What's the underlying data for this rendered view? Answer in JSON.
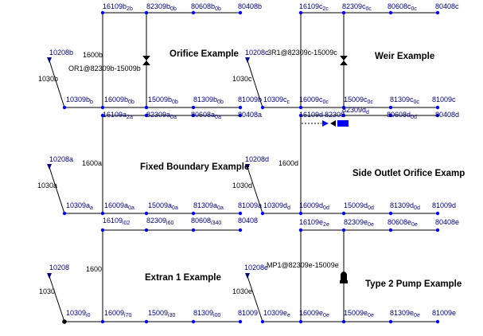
{
  "colors": {
    "node": "#0000ff",
    "label": "#000080",
    "link": "#000000",
    "selected": "#0000ff",
    "outfall": "#000000"
  },
  "icons": {
    "outfall": "triangle-flag-icon",
    "gate": "hourglass-valve-icon",
    "pump": "pump-icon"
  },
  "titles": [
    {
      "id": "orifice",
      "text": "Orifice Example"
    },
    {
      "id": "weir",
      "text": "Weir Example"
    },
    {
      "id": "fixed",
      "text": "Fixed Boundary Example"
    },
    {
      "id": "side",
      "text": "Side Outlet Orifice Examp"
    },
    {
      "id": "extran",
      "text": "Extran 1 Example"
    },
    {
      "id": "pump2",
      "text": "Type 2 Pump Example"
    }
  ],
  "nodes": [
    {
      "id": "n16109b",
      "text": "16109b",
      "sub": "2b"
    },
    {
      "id": "n82309b",
      "text": "82309b",
      "sub": "0b"
    },
    {
      "id": "n80608b",
      "text": "80608b",
      "sub": "0b"
    },
    {
      "id": "n80408b",
      "text": "80408b",
      "sub": ""
    },
    {
      "id": "n10208b",
      "text": "10208b",
      "sub": ""
    },
    {
      "id": "n10309b",
      "text": "10309b",
      "sub": "b"
    },
    {
      "id": "n16009b",
      "text": "16009b",
      "sub": "0b"
    },
    {
      "id": "n15009b",
      "text": "15009b",
      "sub": "0b"
    },
    {
      "id": "n81309b",
      "text": "81309b",
      "sub": "0b"
    },
    {
      "id": "n81009b",
      "text": "81009b",
      "sub": ""
    },
    {
      "id": "n16109c",
      "text": "16109c",
      "sub": "2c"
    },
    {
      "id": "n82309c",
      "text": "82309c",
      "sub": "0c"
    },
    {
      "id": "n80608c",
      "text": "80608c",
      "sub": "0c"
    },
    {
      "id": "n80408c",
      "text": "80408c",
      "sub": ""
    },
    {
      "id": "n10208c",
      "text": "10208c",
      "sub": ""
    },
    {
      "id": "n10309c",
      "text": "10309c",
      "sub": "c"
    },
    {
      "id": "n16009c",
      "text": "16009c",
      "sub": "0c"
    },
    {
      "id": "n15009c",
      "text": "15009c",
      "sub": "0c"
    },
    {
      "id": "n81309c",
      "text": "81309c",
      "sub": "0c"
    },
    {
      "id": "n81009c",
      "text": "81009c",
      "sub": ""
    },
    {
      "id": "n16109a",
      "text": "16109a",
      "sub": "2a"
    },
    {
      "id": "n82309a",
      "text": "82309a",
      "sub": "0a"
    },
    {
      "id": "n80608a",
      "text": "80608a",
      "sub": "0a"
    },
    {
      "id": "n80408a",
      "text": "80408a",
      "sub": ""
    },
    {
      "id": "n10208a",
      "text": "10208a",
      "sub": ""
    },
    {
      "id": "n10309a",
      "text": "10309a",
      "sub": "a"
    },
    {
      "id": "n16009a",
      "text": "16009a",
      "sub": "0a"
    },
    {
      "id": "n15009a",
      "text": "15009a",
      "sub": "0a"
    },
    {
      "id": "n81309a",
      "text": "81309a",
      "sub": "0a"
    },
    {
      "id": "n81009a",
      "text": "81009a",
      "sub": ""
    },
    {
      "id": "n16109d",
      "text": "16109d",
      "sub": ""
    },
    {
      "id": "n82308",
      "text": "82308",
      "sub": ""
    },
    {
      "id": "n82309d",
      "text": "82309d",
      "sub": "d"
    },
    {
      "id": "n80608d",
      "text": "80608d",
      "sub": "0d"
    },
    {
      "id": "n80408d",
      "text": "80408d",
      "sub": ""
    },
    {
      "id": "n10208d",
      "text": "10208d",
      "sub": ""
    },
    {
      "id": "n10309d",
      "text": "10309d",
      "sub": "d"
    },
    {
      "id": "n16009d",
      "text": "16009d",
      "sub": "0d"
    },
    {
      "id": "n15009d",
      "text": "15009d",
      "sub": "0d"
    },
    {
      "id": "n81309d",
      "text": "81309d",
      "sub": "0d"
    },
    {
      "id": "n81009d",
      "text": "81009d",
      "sub": ""
    },
    {
      "id": "n16109",
      "text": "16109",
      "sub": "i02"
    },
    {
      "id": "n82309",
      "text": "82309",
      "sub": "i60"
    },
    {
      "id": "n80608",
      "text": "80608",
      "sub": "i340"
    },
    {
      "id": "n80408",
      "text": "80408",
      "sub": ""
    },
    {
      "id": "n10208",
      "text": "10208",
      "sub": ""
    },
    {
      "id": "n10309",
      "text": "10309",
      "sub": "i0"
    },
    {
      "id": "n16009",
      "text": "16009",
      "sub": "i70"
    },
    {
      "id": "n15009",
      "text": "15009",
      "sub": "i30"
    },
    {
      "id": "n81309",
      "text": "81309",
      "sub": "i00"
    },
    {
      "id": "n81009",
      "text": "81009",
      "sub": ""
    },
    {
      "id": "n16109e",
      "text": "16109e",
      "sub": "2e"
    },
    {
      "id": "n82309e",
      "text": "82309e",
      "sub": "0e"
    },
    {
      "id": "n80608e",
      "text": "80608e",
      "sub": "0e"
    },
    {
      "id": "n80408e",
      "text": "80408e",
      "sub": ""
    },
    {
      "id": "n10208e",
      "text": "10208e",
      "sub": ""
    },
    {
      "id": "n10309e",
      "text": "10309e",
      "sub": "e"
    },
    {
      "id": "n16009e",
      "text": "16009e",
      "sub": "0e"
    },
    {
      "id": "n15009e",
      "text": "15009e",
      "sub": "0e"
    },
    {
      "id": "n81309e",
      "text": "81309e",
      "sub": "0e"
    },
    {
      "id": "n81009e",
      "text": "81009e",
      "sub": ""
    }
  ],
  "link_labels": [
    {
      "id": "l1600b",
      "text": "1600b"
    },
    {
      "id": "lOR1b",
      "text": "OR1@82309b-15009b"
    },
    {
      "id": "l1030b",
      "text": "1030b"
    },
    {
      "id": "lWR1c",
      "text": "3R1@82309c-15009c"
    },
    {
      "id": "l1030c",
      "text": "1030c"
    },
    {
      "id": "l1600a",
      "text": "1600a"
    },
    {
      "id": "l1030a",
      "text": "1030a"
    },
    {
      "id": "l1600d",
      "text": "1600d"
    },
    {
      "id": "l1030d",
      "text": "1030d"
    },
    {
      "id": "l1600",
      "text": "1600"
    },
    {
      "id": "l1030",
      "text": "1030"
    },
    {
      "id": "lMP1e",
      "text": "MP1@82309e-15009e"
    },
    {
      "id": "l1030e",
      "text": "1030e"
    }
  ]
}
